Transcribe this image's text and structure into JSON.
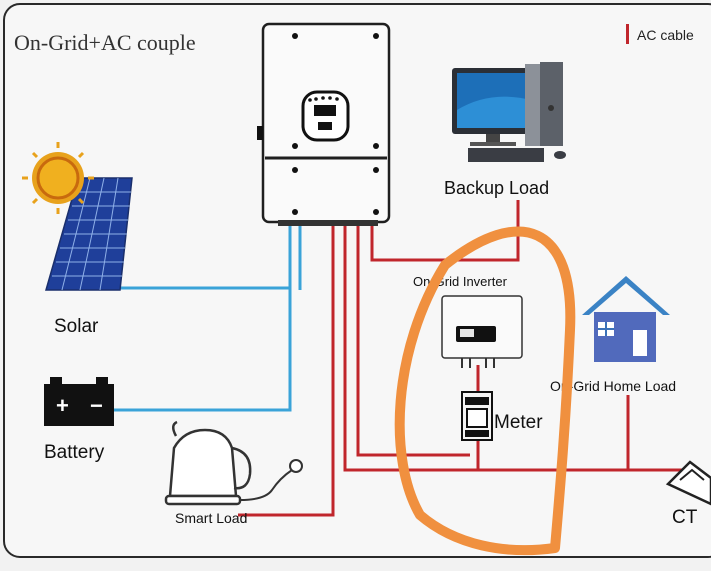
{
  "title": "On-Grid+AC couple",
  "legend": {
    "label": "AC cable",
    "color": "#c0262c"
  },
  "components": {
    "hybrid_inverter": {
      "icon": "hybrid-inverter-icon"
    },
    "backup_load": {
      "label": "Backup Load",
      "icon": "desktop-computer-icon"
    },
    "solar": {
      "label": "Solar",
      "icon": "solar-panel-icon"
    },
    "battery": {
      "label": "Battery",
      "icon": "battery-icon",
      "plus": "+",
      "minus": "−"
    },
    "ongrid_inverter": {
      "label": "On-Grid Inverter",
      "icon": "ongrid-inverter-icon"
    },
    "home_load": {
      "label": "On-Grid Home Load",
      "icon": "house-icon"
    },
    "meter": {
      "label": "Meter",
      "icon": "meter-icon"
    },
    "smart_load": {
      "label": "Smart Load",
      "icon": "kettle-icon"
    },
    "ct": {
      "label": "CT",
      "icon": "ct-clamp-icon"
    }
  },
  "colors": {
    "ac_cable": "#c0262c",
    "dc_cable": "#3aa3d8",
    "highlight": "#f0903f",
    "frame": "#2a2a2a",
    "background": "#f2f2f2"
  }
}
